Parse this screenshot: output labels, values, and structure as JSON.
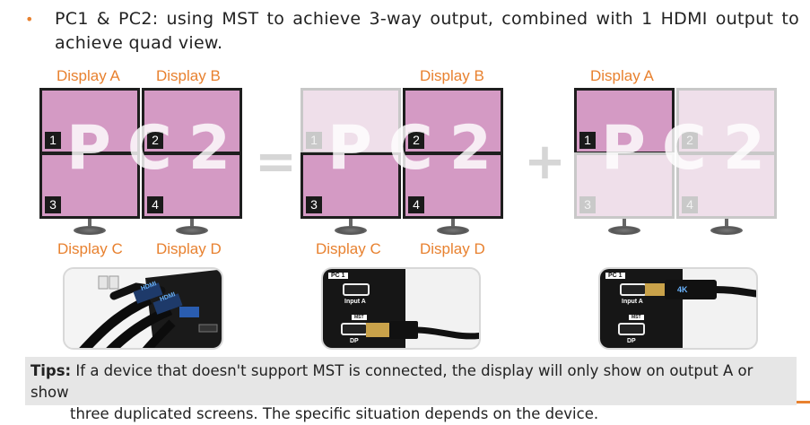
{
  "bullet": {
    "dot": "•",
    "text": "PC1 & PC2: using MST to achieve 3-way output, combined with 1 HDMI output to achieve quad view."
  },
  "labels": {
    "display_a": "Display A",
    "display_b": "Display B",
    "display_c": "Display C",
    "display_d": "Display D"
  },
  "groups": [
    {
      "overlay": "PC2",
      "screens": [
        {
          "num": "1",
          "active": true
        },
        {
          "num": "2",
          "active": true
        },
        {
          "num": "3",
          "active": true
        },
        {
          "num": "4",
          "active": true
        }
      ]
    },
    {
      "overlay": "PC2",
      "screens": [
        {
          "num": "1",
          "active": false
        },
        {
          "num": "2",
          "active": true
        },
        {
          "num": "3",
          "active": true
        },
        {
          "num": "4",
          "active": true
        }
      ]
    },
    {
      "overlay": "PC2",
      "screens": [
        {
          "num": "1",
          "active": true
        },
        {
          "num": "2",
          "active": false
        },
        {
          "num": "3",
          "active": false
        },
        {
          "num": "4",
          "active": false
        }
      ]
    }
  ],
  "operators": {
    "equals": "=",
    "plus": "+"
  },
  "photos": {
    "photo1": {
      "cable_text_1": "HDMI",
      "cable_text_2": "HDMI"
    },
    "photo2": {
      "pc_tag": "PC 1",
      "hdmi_label": "Input A",
      "mst_tag": "MST",
      "dp_label": "DP"
    },
    "photo3": {
      "pc_tag": "PC 1",
      "hdmi_label": "Input A",
      "mst_tag": "MST",
      "dp_label": "DP",
      "cable_label": "4K"
    }
  },
  "tips": {
    "label": "Tips:",
    "line1": " If a device that doesn't support MST is connected, the display will only show on output A or show",
    "line2": "three duplicated screens. The specific situation depends on the device."
  },
  "colors": {
    "accent": "#e8812f",
    "screen": "#d49ac4",
    "screen_faded": "#efdfea",
    "tips_bg": "#e6e6e6"
  }
}
